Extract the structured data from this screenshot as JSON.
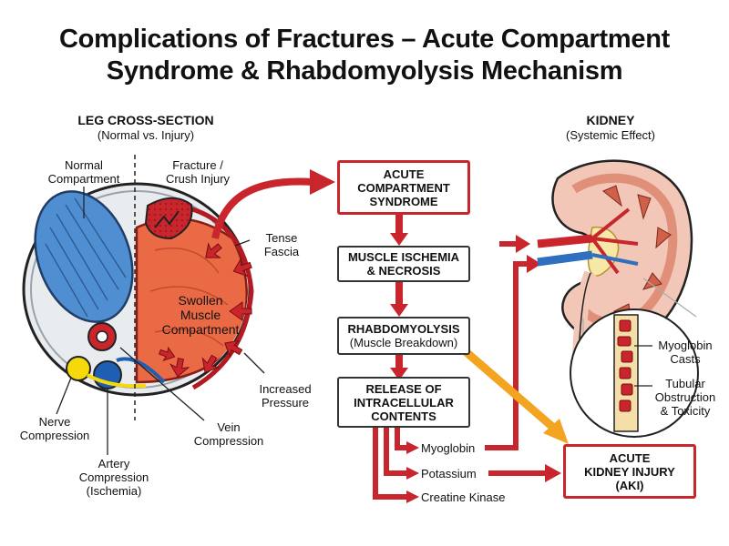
{
  "title": {
    "line1": "Complications of Fractures – Acute Compartment",
    "line2": "Syndrome & Rhabdomyolysis Mechanism"
  },
  "leg": {
    "heading": "LEG CROSS-SECTION",
    "subheading": "(Normal vs. Injury)",
    "normal_compartment": [
      "Normal",
      "Compartment"
    ],
    "fracture": [
      "Fracture /",
      "Crush Injury"
    ],
    "swollen": [
      "Swollen",
      "Muscle",
      "Compartment"
    ],
    "tense_fascia": [
      "Tense",
      "Fascia"
    ],
    "increased_pressure": [
      "Increased",
      "Pressure"
    ],
    "nerve": [
      "Nerve",
      "Compression"
    ],
    "artery": [
      "Artery",
      "Compression",
      "(Ischemia)"
    ],
    "vein": [
      "Vein",
      "Compression"
    ]
  },
  "flow": {
    "acs": [
      "ACUTE",
      "COMPARTMENT",
      "SYNDROME"
    ],
    "ischemia": [
      "MUSCLE ISCHEMIA",
      "& NECROSIS"
    ],
    "rhabdo": [
      "RHABDOMYOLYSIS",
      "(Muscle Breakdown)"
    ],
    "release": [
      "RELEASE OF",
      "INTRACELLULAR",
      "CONTENTS"
    ],
    "myoglobin": "Myoglobin",
    "potassium": "Potassium",
    "creatine_kinase": "Creatine Kinase",
    "aki": [
      "ACUTE",
      "KIDNEY INJURY",
      "(AKI)"
    ]
  },
  "kidney": {
    "heading": "KIDNEY",
    "subheading": "(Systemic Effect)",
    "casts": [
      "Myoglobin",
      "Casts"
    ],
    "obstruction": [
      "Tubular",
      "Obstruction",
      "& Toxicity"
    ]
  },
  "colors": {
    "accent_red": "#c9252c",
    "muscle_orange": "#ea6a45",
    "normal_blue": "#4f8fd1",
    "nerve_yellow": "#f5d90a",
    "arrow_orange": "#f3a521"
  }
}
